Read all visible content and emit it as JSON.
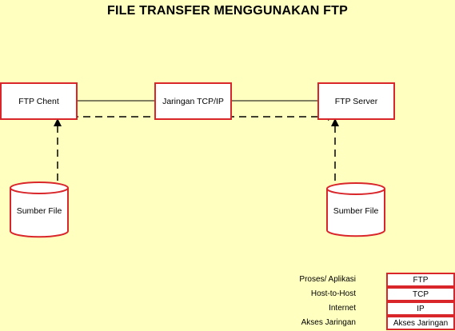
{
  "title": "FILE TRANSFER MENGGUNAKAN FTP",
  "nodes": {
    "client": "FTP Chent",
    "network": "Jaringan TCP/IP",
    "server": "FTP Server"
  },
  "sources": {
    "left": "Sumber File",
    "right": "Sumber File"
  },
  "legend": [
    {
      "label": "Proses/ Aplikasi",
      "value": "FTP"
    },
    {
      "label": "Host-to-Host",
      "value": "TCP"
    },
    {
      "label": "Internet",
      "value": "IP"
    },
    {
      "label": "Akses Jaringan",
      "value": "Akses Jaringan"
    }
  ],
  "colors": {
    "background": "#ffffc0",
    "border": "#d9262b",
    "box_fill": "#ffffff"
  }
}
